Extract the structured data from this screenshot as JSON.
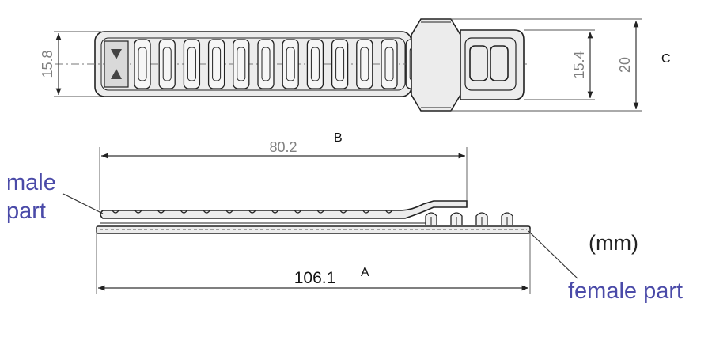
{
  "views": {
    "top": {
      "letter": "C",
      "dims": {
        "left_height": "15.8",
        "right_inner_height": "15.4",
        "right_outer_height": "20"
      }
    },
    "side": {
      "letter_b": "B",
      "letter_a": "A",
      "dims": {
        "upper_length": "80.2",
        "total_length": "106.1"
      }
    }
  },
  "labels": {
    "male_part": [
      "male",
      "part"
    ],
    "female_part": "female part",
    "unit": "(mm)"
  },
  "colors": {
    "label": "#4a4aa8",
    "dimension_text": "#7f7f7f",
    "line": "#222222"
  }
}
